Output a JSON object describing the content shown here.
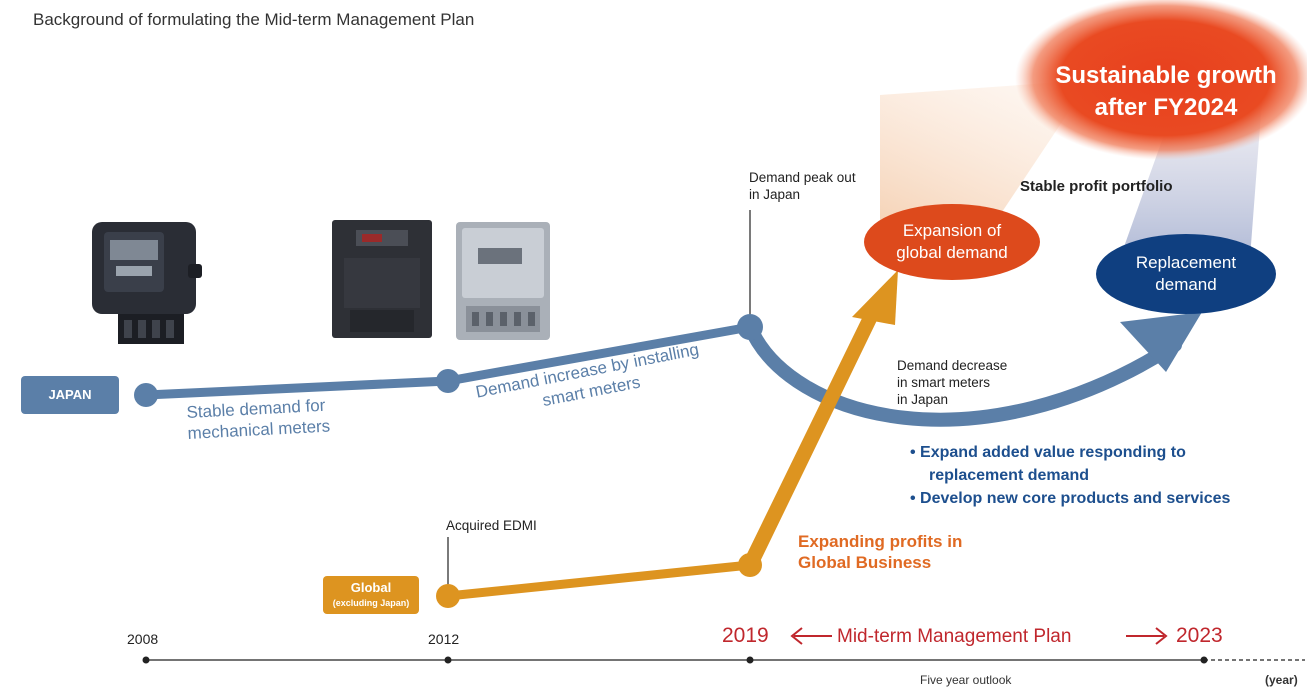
{
  "title": "Background of formulating the Mid-term Management Plan",
  "goal": {
    "line1": "Sustainable growth",
    "line2": "after FY2024"
  },
  "portfolio_label": "Stable profit portfolio",
  "ellipses": {
    "expansion": {
      "line1": "Expansion of",
      "line2": "global demand"
    },
    "replacement": {
      "line1": "Replacement",
      "line2": "demand"
    }
  },
  "badges": {
    "japan": "JAPAN",
    "global_line1": "Global",
    "global_line2": "(excluding Japan)"
  },
  "annotations": {
    "peak_line1": "Demand peak out",
    "peak_line2": "in Japan",
    "decrease_line1": "Demand decrease",
    "decrease_line2": "in smart meters",
    "decrease_line3": "in Japan",
    "edmi": "Acquired EDMI"
  },
  "japan_labels": {
    "stable_line1": "Stable demand for",
    "stable_line2": "mechanical meters",
    "increase_line1": "Demand increase by installing",
    "increase_line2": "smart meters"
  },
  "global_label": {
    "line1": "Expanding profits in",
    "line2": "Global Business"
  },
  "bullets": {
    "b1_line1": "• Expand added value responding to",
    "b1_line2": "replacement demand",
    "b2": "• Develop new core products and services"
  },
  "timeline": {
    "y2008": "2008",
    "y2012": "2012",
    "y2019": "2019",
    "plan": "Mid-term Management Plan",
    "y2023": "2023",
    "outlook": "Five year outlook",
    "unit": "(year)"
  },
  "colors": {
    "japan_blue": "#5b7fa8",
    "global_orange": "#dd9420",
    "red_ellipse": "#dd4a1c",
    "navy_ellipse": "#0f3f80",
    "plan_red": "#c0272d"
  },
  "icons": [
    "mechanical-meter-icon",
    "smart-meter-dark-icon",
    "smart-meter-clear-icon"
  ]
}
